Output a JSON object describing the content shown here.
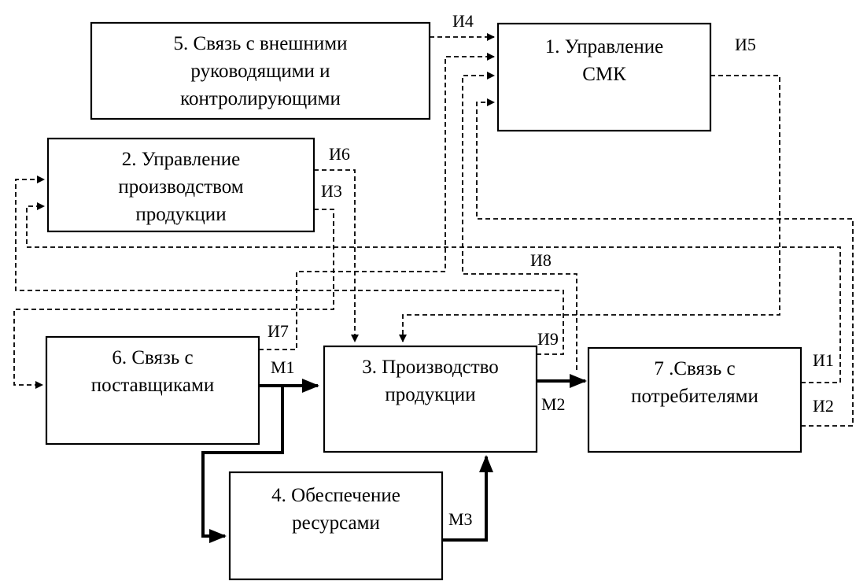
{
  "boxes": {
    "b1": {
      "lines": [
        "1. Управление",
        "СМК"
      ]
    },
    "b2": {
      "lines": [
        "2. Управление",
        "производством",
        "продукции"
      ]
    },
    "b3": {
      "lines": [
        "3. Производство",
        "продукции"
      ]
    },
    "b4": {
      "lines": [
        "4. Обеспечение",
        "ресурсами"
      ]
    },
    "b5": {
      "lines": [
        "5. Связь с внешними",
        "руководящими и",
        "контролирующими"
      ]
    },
    "b6": {
      "lines": [
        "6. Связь с",
        "поставщиками"
      ]
    },
    "b7": {
      "lines": [
        "7 .Связь с",
        "потребителями"
      ]
    }
  },
  "flows": {
    "i1": "И1",
    "i2": "И2",
    "i3": "И3",
    "i4": "И4",
    "i5": "И5",
    "i6": "И6",
    "i7": "И7",
    "i8": "И8",
    "i9": "И9",
    "m1": "М1",
    "m2": "М2",
    "m3": "М3"
  },
  "colors": {
    "line": "#000000",
    "background": "#ffffff"
  }
}
